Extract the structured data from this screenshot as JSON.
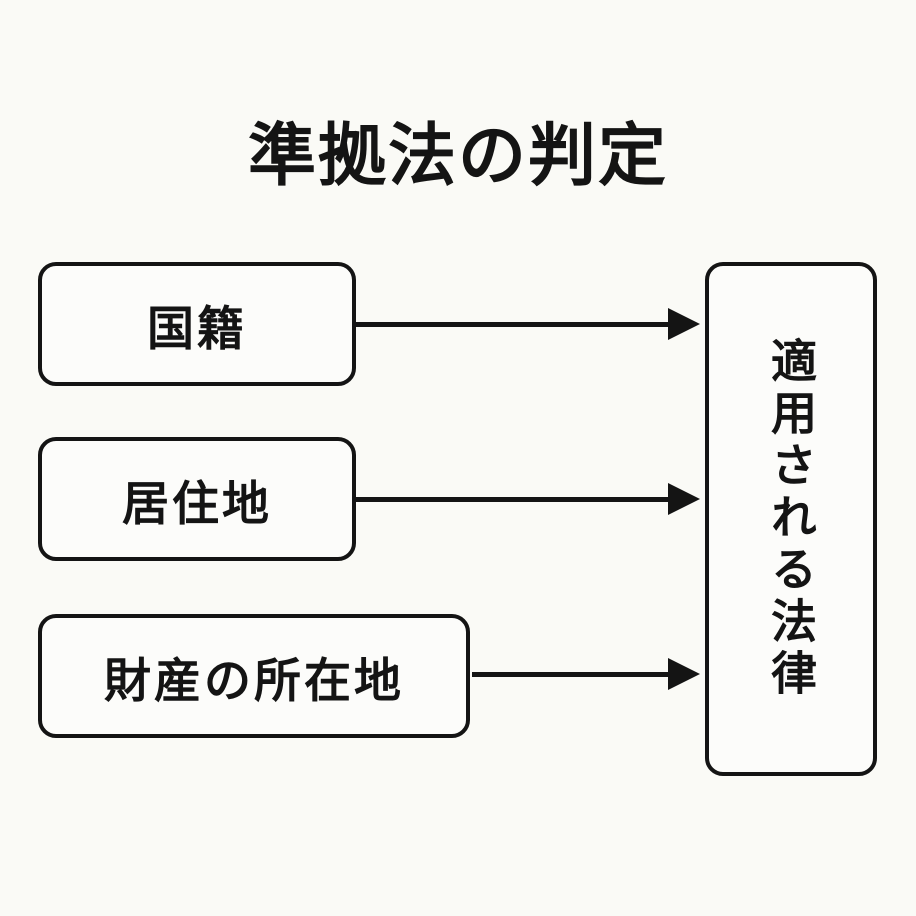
{
  "diagram": {
    "title": "準拠法の判定",
    "factors": [
      {
        "label": "国籍"
      },
      {
        "label": "居住地"
      },
      {
        "label": "財産の所在地"
      }
    ],
    "result": {
      "label": "適用される法律"
    },
    "connections": [
      {
        "from": "国籍",
        "to": "適用される法律",
        "style": "arrow"
      },
      {
        "from": "居住地",
        "to": "適用される法律",
        "style": "arrow"
      },
      {
        "from": "財産の所在地",
        "to": "適用される法律",
        "style": "arrow"
      }
    ],
    "colors": {
      "background": "#fafaf6",
      "line": "#141414",
      "box_fill": "#fcfcfa"
    }
  }
}
